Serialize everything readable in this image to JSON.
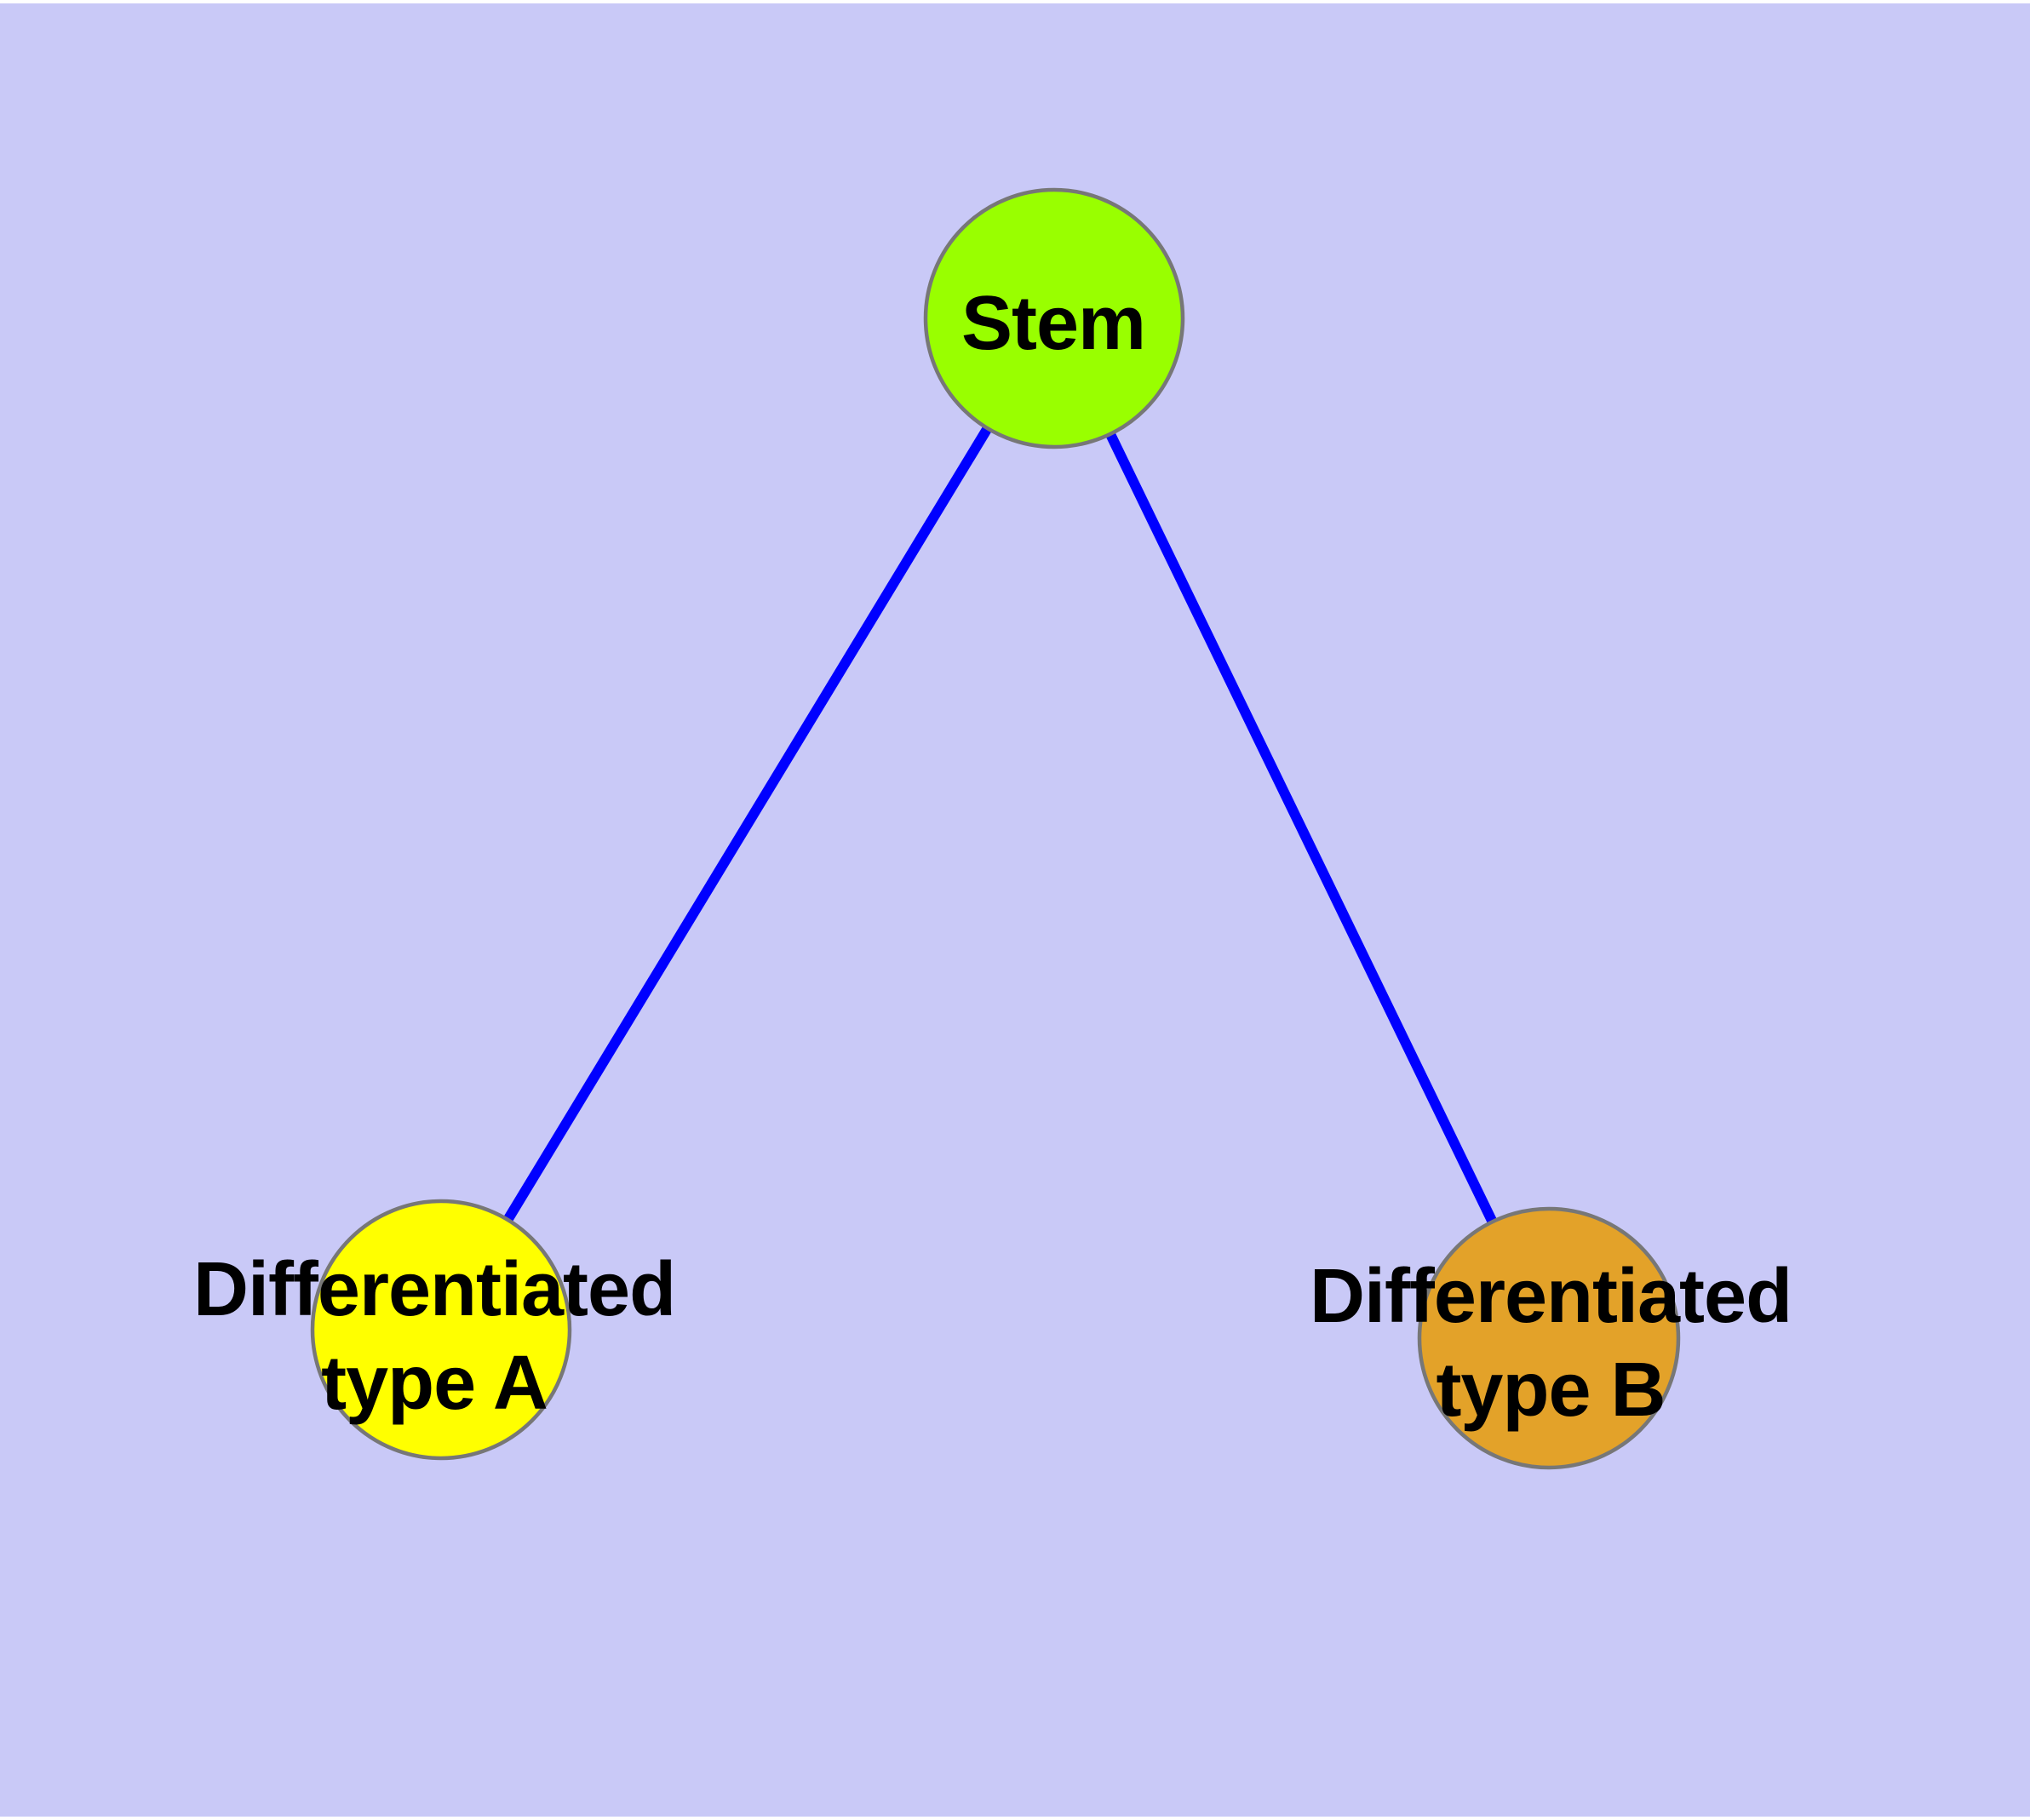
{
  "graph": {
    "background_color": "#C9C9F7",
    "page_margin_color": "#FFFFFF",
    "edge_color": "#0000FF",
    "label_color": "#000000",
    "node_border_color": "#777777",
    "nodes": {
      "stem": {
        "label": "Stem",
        "fill": "#99FF00"
      },
      "type_a": {
        "label": "Differentiated type A",
        "label_line1": "Differentiated",
        "label_line2": "type A",
        "fill": "#FFFF00"
      },
      "type_b": {
        "label": "Differentiated type B",
        "label_line1": "Differentiated",
        "label_line2": "type B",
        "fill": "#E3A229"
      }
    },
    "edges": [
      {
        "from": "Stem",
        "to": "Differentiated type A"
      },
      {
        "from": "Stem",
        "to": "Differentiated type B"
      }
    ]
  }
}
